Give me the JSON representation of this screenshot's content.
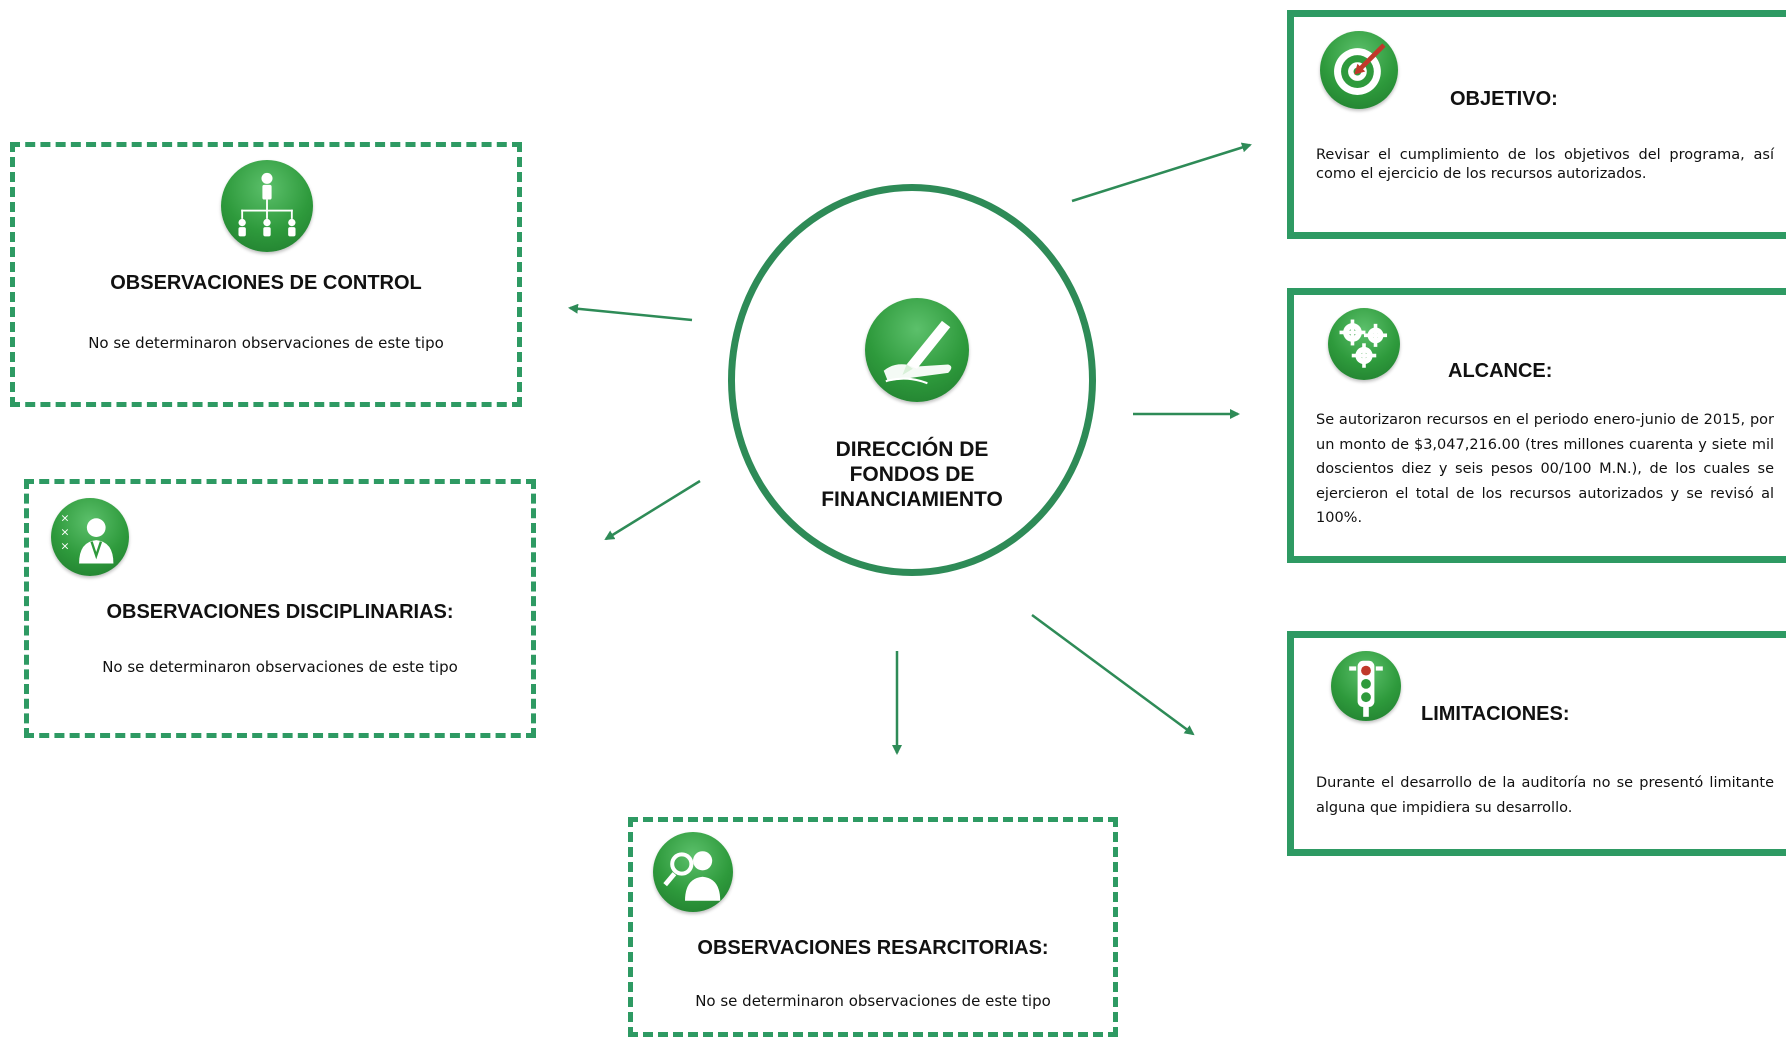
{
  "colors": {
    "accent": "#2e9a63",
    "circle": "#2e8b57",
    "icon_green": "#2e9a3c"
  },
  "center": {
    "title": "DIRECCIÓN DE FONDOS DE FINANCIAMIENTO",
    "icon": "hand-writing-icon"
  },
  "observaciones_control": {
    "title": "OBSERVACIONES DE CONTROL",
    "text": "No se determinaron observaciones de este tipo",
    "icon": "org-chart-icon"
  },
  "observaciones_disciplinarias": {
    "title": "OBSERVACIONES DISCIPLINARIAS:",
    "text": "No se determinaron observaciones de este tipo",
    "icon": "doctor-xxx-icon"
  },
  "observaciones_resarcitorias": {
    "title": "OBSERVACIONES RESARCITORIAS:",
    "text": "No se determinaron observaciones de este tipo",
    "icon": "magnifier-person-icon"
  },
  "objetivo": {
    "title": "OBJETIVO:",
    "text": "Revisar el cumplimiento de los objetivos del programa, así como el ejercicio de los recursos autorizados.",
    "icon": "target-icon"
  },
  "alcance": {
    "title": "ALCANCE:",
    "text": "Se autorizaron recursos en el periodo enero-junio de 2015, por un monto de $3,047,216.00 (tres millones cuarenta y siete mil doscientos diez y seis pesos 00/100 M.N.), de los cuales se ejercieron el total de los recursos autorizados y se revisó al 100%.",
    "icon": "gears-icon"
  },
  "limitaciones": {
    "title": "LIMITACIONES:",
    "text": "Durante el desarrollo de la auditoría no se presentó limitante alguna que impidiera su desarrollo.",
    "icon": "traffic-light-icon"
  }
}
